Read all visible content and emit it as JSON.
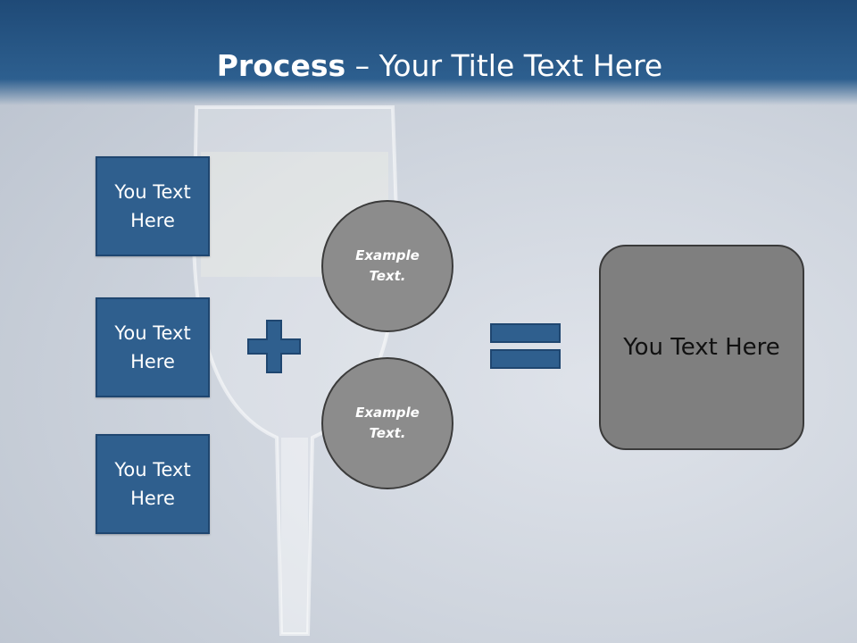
{
  "title": {
    "bold": "Process",
    "rest": " – Your Title Text Here"
  },
  "inputs": [
    {
      "label": "You Text\nHere"
    },
    {
      "label": "You Text\nHere"
    },
    {
      "label": "You Text\nHere"
    }
  ],
  "circles": [
    {
      "label": "Example\nText."
    },
    {
      "label": "Example\nText."
    }
  ],
  "result": {
    "label": "You Text Here"
  },
  "colors": {
    "box": "#2f5f8e",
    "circle": "#8c8c8c",
    "result": "#7f7f7f",
    "header": "#2d5f8f"
  },
  "icons": {
    "operator": "plus-icon",
    "equals": "equals-icon"
  }
}
